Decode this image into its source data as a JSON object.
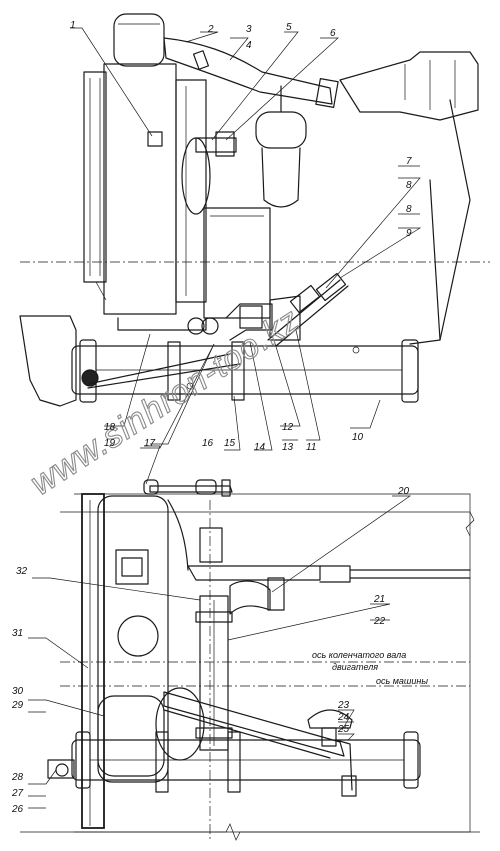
{
  "callouts_top": [
    "1",
    "2",
    "3",
    "4",
    "5",
    "6",
    "7",
    "8",
    "8",
    "9",
    "10",
    "11",
    "12",
    "13",
    "14",
    "15",
    "16",
    "17",
    "18",
    "19"
  ],
  "callouts_bottom": [
    "20",
    "21",
    "22",
    "23",
    "24",
    "25",
    "26",
    "27",
    "28",
    "29",
    "30",
    "31",
    "32"
  ],
  "axis_notes": {
    "crankshaft": "ось коленчатого вала",
    "crankshaft_line2": "двигателя",
    "machine": "ось машины"
  },
  "watermark": "www.sinhron-too.kz"
}
